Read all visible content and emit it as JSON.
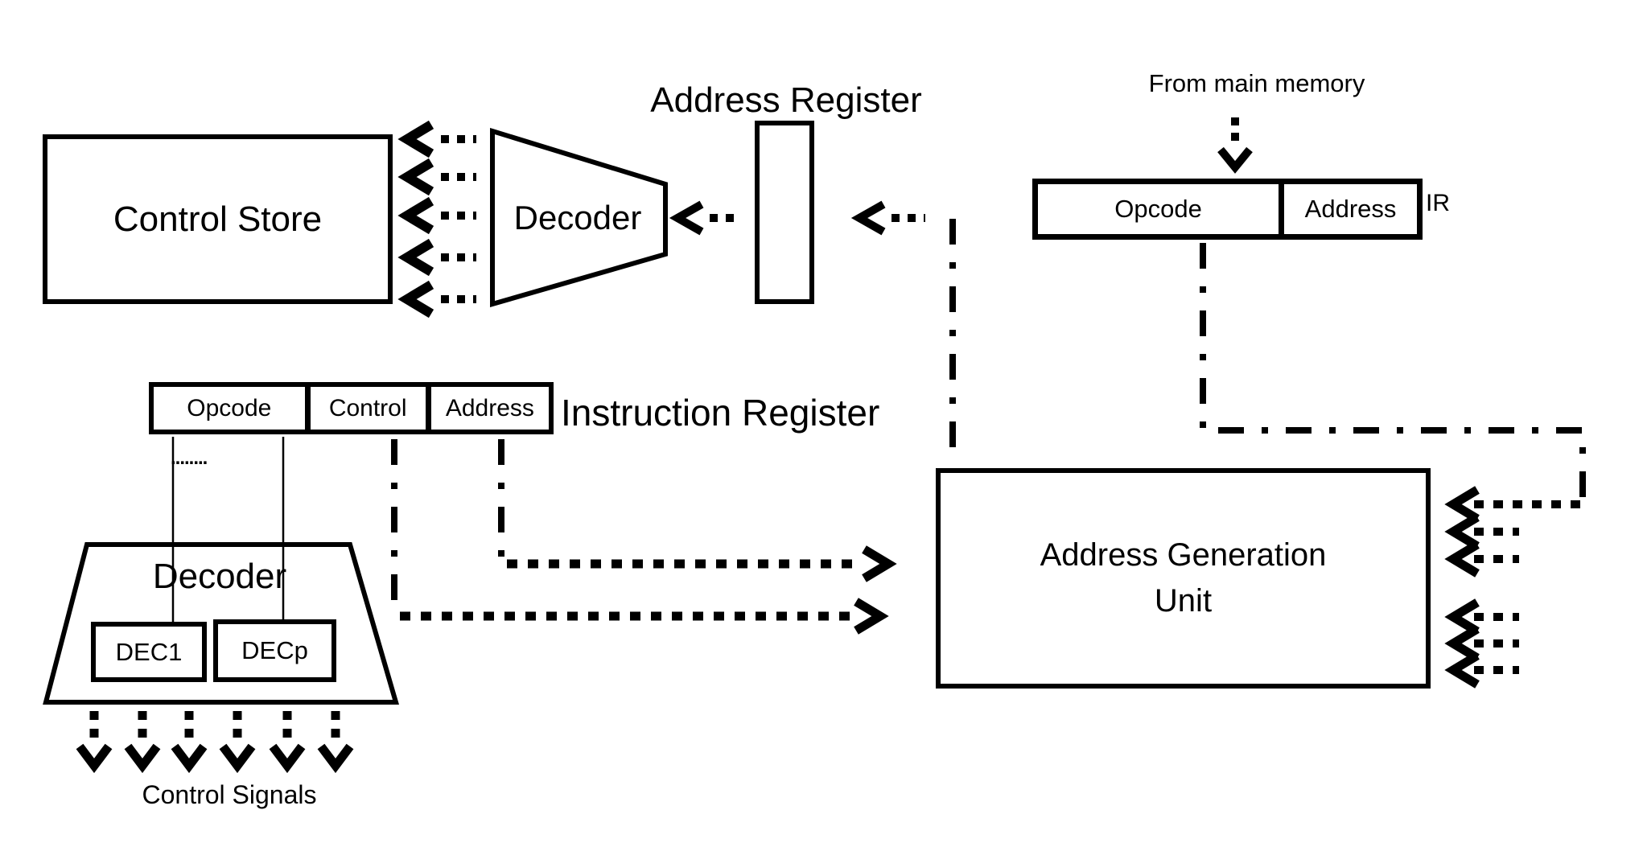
{
  "colors": {
    "ink": "#000000",
    "background": "#ffffff"
  },
  "control_store": {
    "label": "Control Store"
  },
  "top_decoder": {
    "label": "Decoder"
  },
  "address_register": {
    "title": "Address Register"
  },
  "main_memory": {
    "label": "From main memory"
  },
  "ir_top": {
    "cells": [
      "Opcode",
      "Address"
    ],
    "tag": "IR"
  },
  "instruction_register": {
    "title": "Instruction Register",
    "cells": [
      "Opcode",
      "Control",
      "Address"
    ],
    "ellipsis": "........"
  },
  "bottom_decoder": {
    "label": "Decoder",
    "units": [
      "DEC1",
      "DECp"
    ]
  },
  "agu": {
    "label_line1": "Address Generation",
    "label_line2": "Unit"
  },
  "control_signals": {
    "label": "Control Signals"
  }
}
